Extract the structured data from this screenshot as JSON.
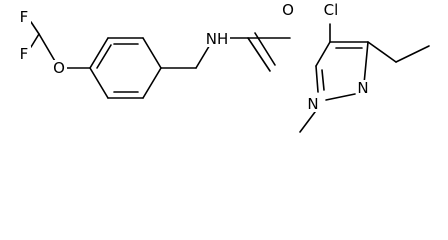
{
  "molecule": {
    "atoms": {
      "f_top": "F",
      "f_bottom": "F",
      "o_ether": "O",
      "nh_amide": "NH",
      "o_carbonyl": "O",
      "cl": "Cl",
      "n1_pyrazole": "N",
      "n2_pyrazole": "N"
    },
    "colors": {
      "bond": "#000000",
      "label": "#000000",
      "background": "#ffffff"
    }
  }
}
